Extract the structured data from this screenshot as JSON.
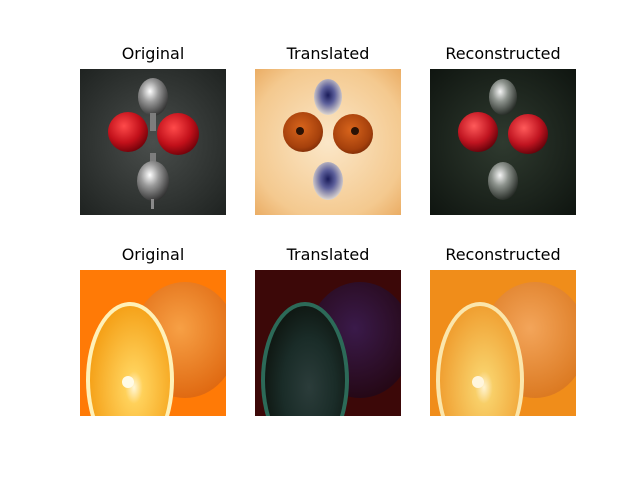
{
  "rows": [
    {
      "titles": [
        "Original",
        "Translated",
        "Reconstructed"
      ]
    },
    {
      "titles": [
        "Original",
        "Translated",
        "Reconstructed"
      ]
    }
  ],
  "images": {
    "r1_original": "apples-and-spoons-dark-photo",
    "r1_translated": "orange-toned-translated-photo",
    "r1_reconstructed": "apples-and-spoons-reconstruction",
    "r2_original": "orange-slice-photo",
    "r2_translated": "dark-red-translated-orange",
    "r2_reconstructed": "orange-slice-reconstruction"
  }
}
